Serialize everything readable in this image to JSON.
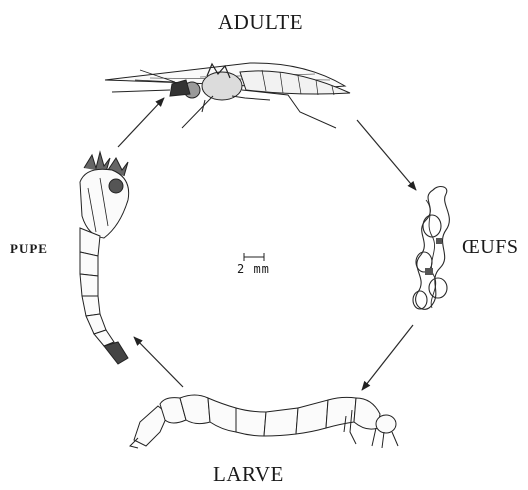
{
  "diagram": {
    "stages": {
      "adult": "ADULTE",
      "eggs": "ŒUFS",
      "larva": "LARVE",
      "pupa": "PUPE"
    },
    "scale_bar": "2 mm",
    "cycle_order": [
      "ADULTE",
      "ŒUFS",
      "LARVE",
      "PUPE"
    ]
  }
}
